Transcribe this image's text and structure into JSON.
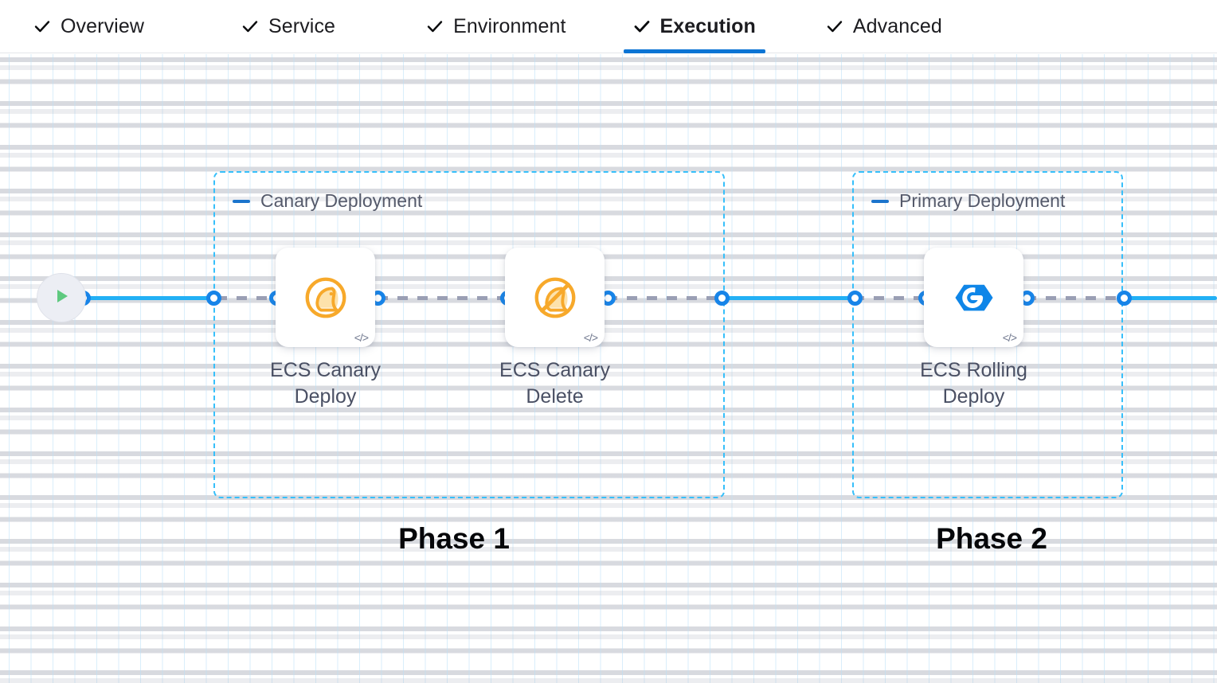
{
  "tabs": [
    {
      "label": "Overview",
      "icon": "check-icon",
      "active": false
    },
    {
      "label": "Service",
      "icon": "check-icon",
      "active": false
    },
    {
      "label": "Environment",
      "icon": "check-icon",
      "active": false
    },
    {
      "label": "Execution",
      "icon": "check-icon",
      "active": true
    },
    {
      "label": "Advanced",
      "icon": "check-icon",
      "active": false
    }
  ],
  "colors": {
    "active_tab_underline": "#0c74d4",
    "group_border": "#36bffa",
    "edge_solid": "#22b0f5",
    "edge_dashed": "#9a9fb4",
    "connector_dot": "#1784e8",
    "canary_icon": "#f7a92b",
    "rolling_icon": "#0f86e8",
    "play_icon": "#5ec97f"
  },
  "start_node": {
    "name": "pipeline-start",
    "icon": "play-icon"
  },
  "groups": [
    {
      "title": "Canary Deployment",
      "collapse_icon": "minus-icon",
      "phase_label": "Phase 1"
    },
    {
      "title": "Primary Deployment",
      "collapse_icon": "minus-icon",
      "phase_label": "Phase 2"
    }
  ],
  "nodes": [
    {
      "label": "ECS Canary\nDeploy",
      "icon": "canary-bird-icon",
      "badge": "</>"
    },
    {
      "label": "ECS Canary\nDelete",
      "icon": "canary-bird-delete-icon",
      "badge": "</>"
    },
    {
      "label": "ECS Rolling\nDeploy",
      "icon": "ecs-rolling-hexagon-icon",
      "badge": "</>"
    }
  ]
}
